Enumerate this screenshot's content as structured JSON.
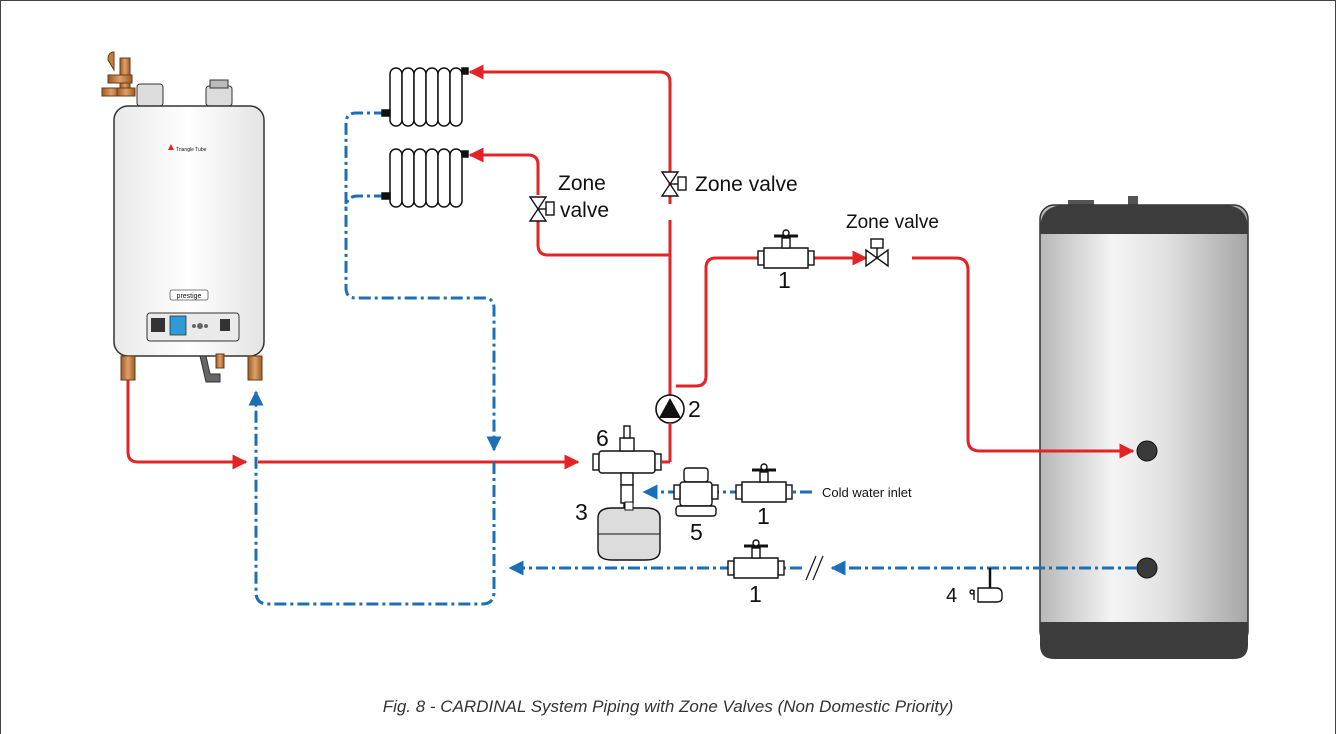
{
  "labels": {
    "zone_valve_top": "Zone valve",
    "zone_valve_left_line1": "Zone",
    "zone_valve_left_line2": "valve",
    "zone_valve_right": "Zone valve",
    "cold_water_inlet": "Cold water inlet",
    "num_1a": "1",
    "num_1b": "1",
    "num_1c": "1",
    "num_2": "2",
    "num_3": "3",
    "num_4": "4",
    "num_5": "5",
    "num_6": "6",
    "boiler_brand": "prestige",
    "boiler_logo": "Triangle Tube"
  },
  "caption": "Fig. 8 - CARDINAL System Piping with Zone Valves (Non Domestic Priority)",
  "colors": {
    "supply": "#e32426",
    "return": "#1d6fb5",
    "outline": "#111111"
  }
}
